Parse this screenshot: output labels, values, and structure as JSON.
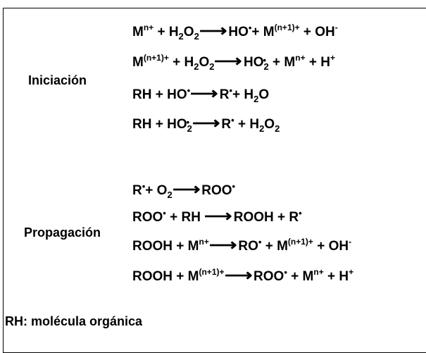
{
  "sections": {
    "iniciacion": "Iniciación",
    "propagacion": "Propagación",
    "footnote": "RH: molécula orgánica"
  },
  "equations": {
    "e1": {
      "a": "M",
      "a_sup": "n+",
      "b": " + H",
      "b_sub": "2",
      "c": "O",
      "c_sub": "2",
      "d": "HO",
      "e": "+ M",
      "e_sup": "(n+1)+",
      "f": " + OH",
      "f_sup": "-"
    },
    "e2": {
      "a": "M",
      "a_sup": "(n+1)+",
      "b": " + H",
      "b_sub": "2",
      "c": "O",
      "c_sub": "2",
      "d": "HO",
      "d_sub": "2",
      "e": " + M",
      "e_sup": "n+",
      "f": " + H",
      "f_sup": "+"
    },
    "e3": {
      "a": "RH + HO",
      "b": "R",
      "c": "+ H",
      "c_sub": "2",
      "d": "O"
    },
    "e4": {
      "a": "RH + HO",
      "a_sub": "2",
      "b": "R",
      "c": " + H",
      "c_sub": "2",
      "d": "O",
      "d_sub": "2"
    },
    "e5": {
      "a": "R",
      "b": "+ O",
      "b_sub": "2",
      "c": "ROO"
    },
    "e6": {
      "a": "ROO",
      "b": " + RH ",
      "c": "ROOH + R"
    },
    "e7": {
      "a": "ROOH + M",
      "a_sup": "n+",
      "b": "RO",
      "c": " + M",
      "c_sup": "(n+1)+",
      "d": " + OH",
      "d_sup": "-"
    },
    "e8": {
      "a": "ROOH + M",
      "a_sup": "(n+1)+",
      "b": "ROO",
      "c": " + M",
      "c_sup": "n+",
      "d": " + H",
      "d_sup": "+"
    }
  },
  "symbols": {
    "arrow": "⟶",
    "radical": "•"
  }
}
